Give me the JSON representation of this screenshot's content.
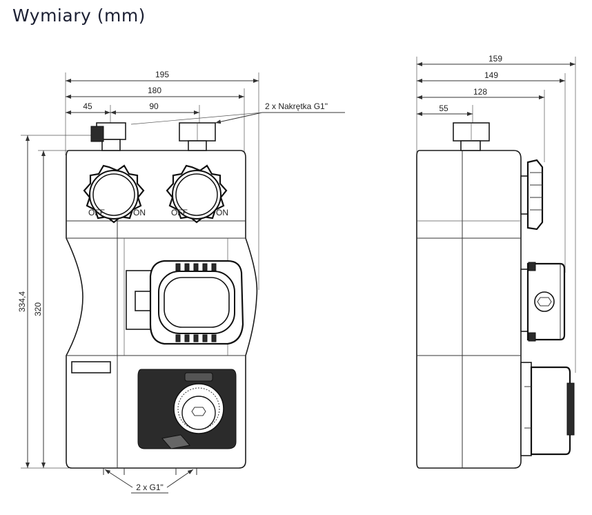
{
  "title": "Wymiary (mm)",
  "front": {
    "dim_195": "195",
    "dim_180": "180",
    "dim_45": "45",
    "dim_90": "90",
    "nut_label": "2 x Nakrętka G1\"",
    "dim_334": "334,4",
    "dim_320": "320",
    "bottom_label": "2 x G1\"",
    "knob_off": "OFF",
    "knob_on": "ON"
  },
  "side": {
    "dim_159": "159",
    "dim_149": "149",
    "dim_128": "128",
    "dim_55": "55"
  }
}
